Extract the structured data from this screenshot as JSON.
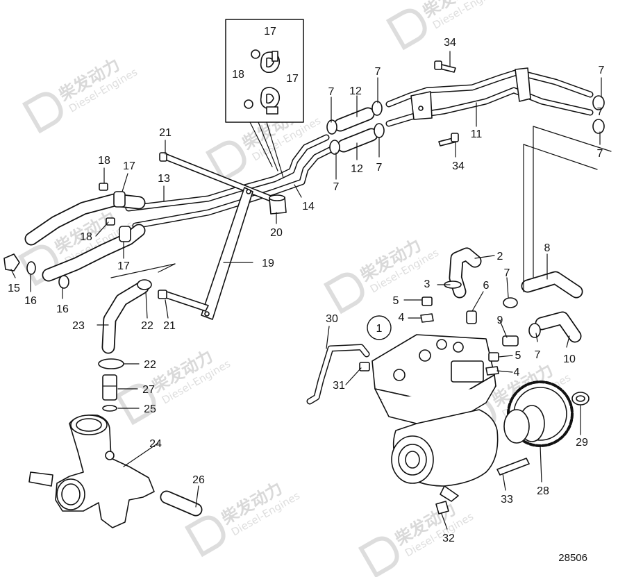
{
  "watermark": {
    "brand_cn": "柴发动力",
    "brand_en": "Diesel-Engines"
  },
  "document_number": "28506",
  "inset_box_callouts": [
    "17",
    "18",
    "17"
  ],
  "callouts": {
    "c1": "1",
    "c2": "2",
    "c3": "3",
    "c4a": "4",
    "c4b": "4",
    "c5a": "5",
    "c5b": "5",
    "c6": "6",
    "c7a": "7",
    "c7b": "7",
    "c7c": "7",
    "c7d": "7",
    "c7e": "7",
    "c7f": "7",
    "c7g": "7",
    "c7h": "7",
    "c7i": "7",
    "c8": "8",
    "c9": "9",
    "c10": "10",
    "c11": "11",
    "c12a": "12",
    "c12b": "12",
    "c13": "13",
    "c14": "14",
    "c15": "15",
    "c16a": "16",
    "c16b": "16",
    "c17a": "17",
    "c17b": "17",
    "c18a": "18",
    "c18b": "18",
    "c19": "19",
    "c20": "20",
    "c21a": "21",
    "c21b": "21",
    "c22a": "22",
    "c22b": "22",
    "c23": "23",
    "c24": "24",
    "c25": "25",
    "c26": "26",
    "c27": "27",
    "c28": "28",
    "c29": "29",
    "c30": "30",
    "c31": "31",
    "c32": "32",
    "c33": "33",
    "c34a": "34",
    "c34b": "34"
  }
}
